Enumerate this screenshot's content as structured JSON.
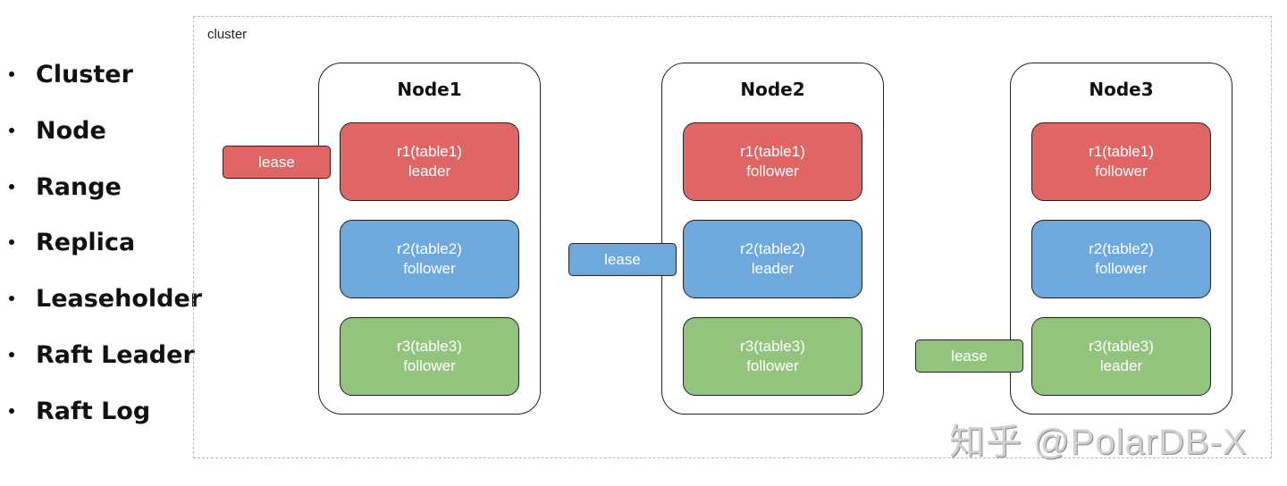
{
  "bullets": [
    "Cluster",
    "Node",
    "Range",
    "Replica",
    "Leaseholder",
    "Raft Leader",
    "Raft Log"
  ],
  "cluster_label": "cluster",
  "colors": {
    "table1": "#e06666",
    "table2": "#6fa8dc",
    "table3": "#93c47d"
  },
  "nodes": [
    {
      "title": "Node1",
      "ranges": [
        {
          "name": "r1(table1)",
          "role": "leader"
        },
        {
          "name": "r2(table2)",
          "role": "follower"
        },
        {
          "name": "r3(table3)",
          "role": "follower"
        }
      ],
      "lease": "lease",
      "lease_range": 1
    },
    {
      "title": "Node2",
      "ranges": [
        {
          "name": "r1(table1)",
          "role": "follower"
        },
        {
          "name": "r2(table2)",
          "role": "leader"
        },
        {
          "name": "r3(table3)",
          "role": "follower"
        }
      ],
      "lease": "lease",
      "lease_range": 2
    },
    {
      "title": "Node3",
      "ranges": [
        {
          "name": "r1(table1)",
          "role": "follower"
        },
        {
          "name": "r2(table2)",
          "role": "follower"
        },
        {
          "name": "r3(table3)",
          "role": "leader"
        }
      ],
      "lease": "lease",
      "lease_range": 3
    }
  ],
  "watermark": "知乎 @PolarDB-X"
}
